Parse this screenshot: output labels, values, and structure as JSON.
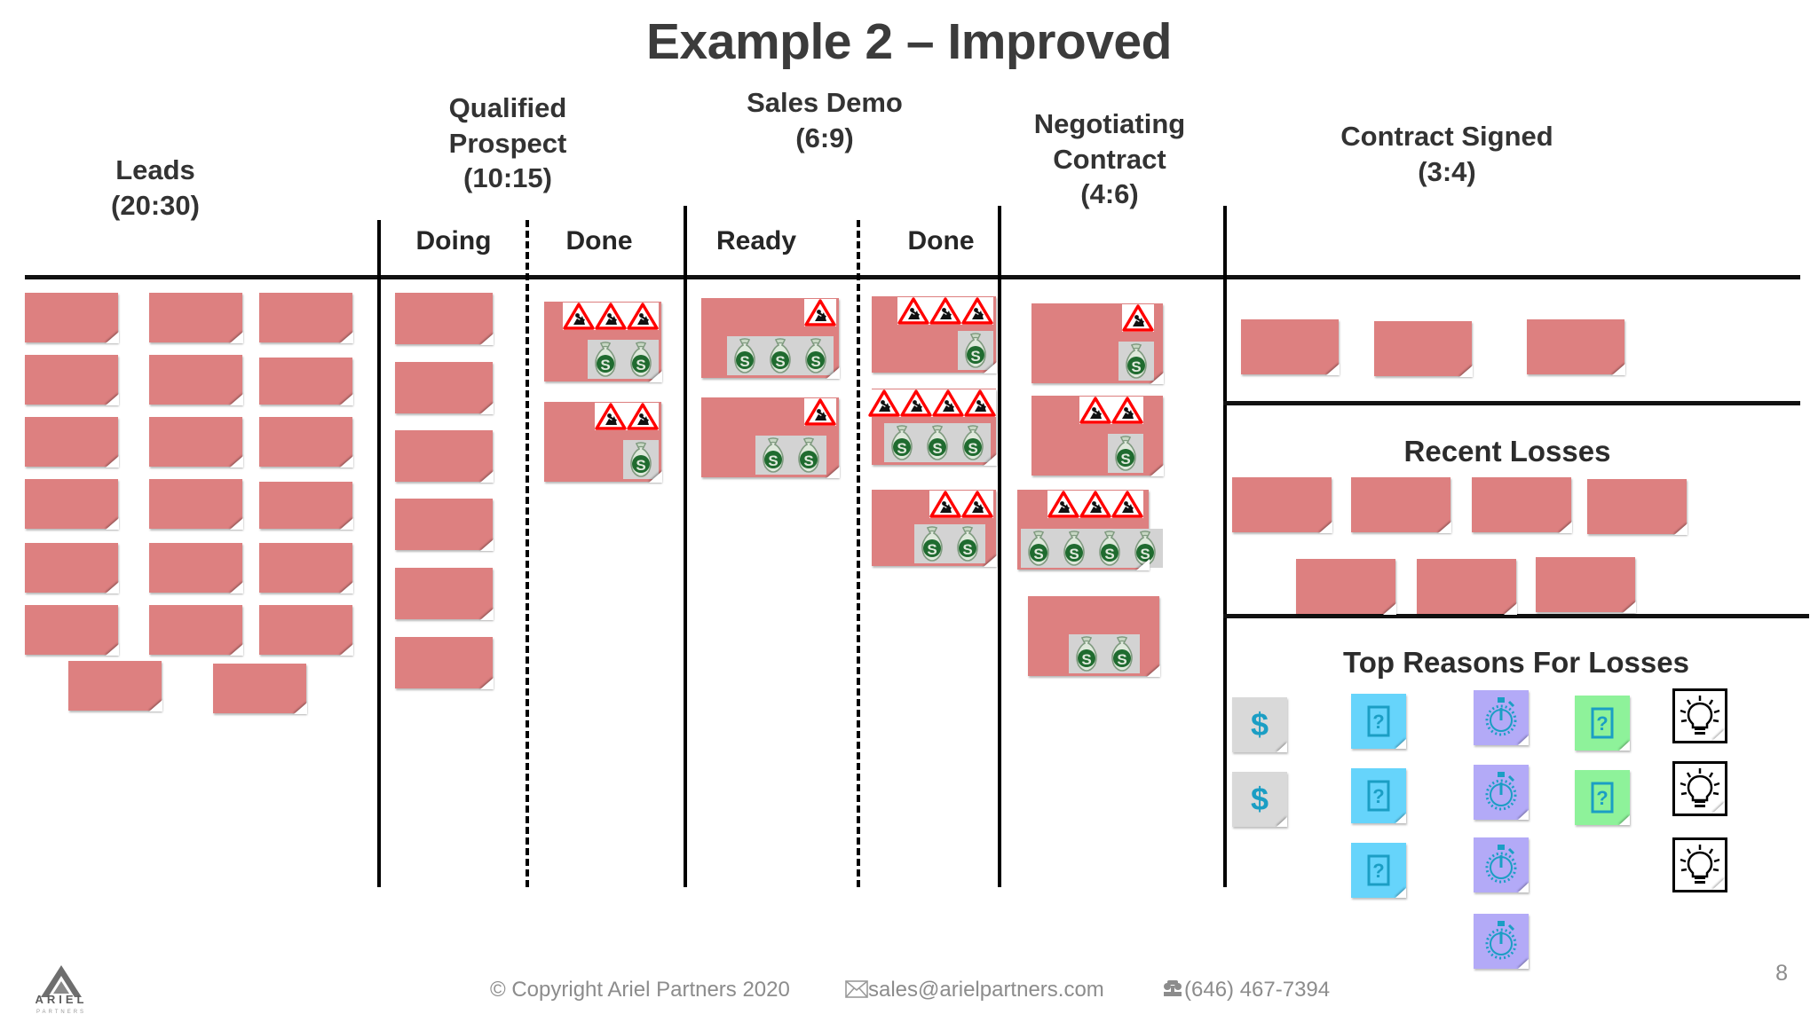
{
  "slide": {
    "title": "Example 2 – Improved",
    "page_number": "8"
  },
  "columns": [
    {
      "id": "leads",
      "name": "Leads",
      "wip": "(20:30)"
    },
    {
      "id": "qualified",
      "name": "Qualified Prospect",
      "wip": "(10:15)"
    },
    {
      "id": "sales-demo",
      "name": "Sales Demo",
      "wip": "(6:9)"
    },
    {
      "id": "negotiating",
      "name": "Negotiating Contract",
      "wip": "(4:6)"
    },
    {
      "id": "signed",
      "name": "Contract Signed",
      "wip": "(3:4)"
    }
  ],
  "lanes": [
    {
      "id": "qualified-doing",
      "label": "Doing"
    },
    {
      "id": "qualified-done",
      "label": "Done"
    },
    {
      "id": "demo-ready",
      "label": "Ready"
    },
    {
      "id": "demo-done",
      "label": "Done"
    }
  ],
  "panels": {
    "recent_losses_title": "Recent Losses",
    "top_reasons_title": "Top Reasons For Losses"
  },
  "card_counts": {
    "leads": 20,
    "qualified_doing": 6,
    "qualified_done": 2,
    "demo_ready": 2,
    "demo_done": 3,
    "negotiating": 4,
    "contract_signed": 3,
    "recent_losses": 7
  },
  "cards": {
    "qualified_done": [
      {
        "warnings": 3,
        "money": 2
      },
      {
        "warnings": 2,
        "money": 1
      }
    ],
    "demo_ready": [
      {
        "warnings": 1,
        "money": 3
      },
      {
        "warnings": 1,
        "money": 2
      }
    ],
    "demo_done": [
      {
        "warnings": 3,
        "money": 1
      },
      {
        "warnings": 4,
        "money": 3
      },
      {
        "warnings": 2,
        "money": 2
      }
    ],
    "negotiating": [
      {
        "warnings": 1,
        "money": 1
      },
      {
        "warnings": 2,
        "money": 1
      },
      {
        "warnings": 3,
        "money": 4
      },
      {
        "warnings": 0,
        "money": 2
      }
    ]
  },
  "reason_columns": [
    {
      "id": "cost",
      "icon": "dollar-icon",
      "color": "gray",
      "count": 2
    },
    {
      "id": "question-blue",
      "icon": "question-icon",
      "color": "cyan",
      "count": 3
    },
    {
      "id": "timing",
      "icon": "stopwatch-icon",
      "color": "purple",
      "count": 4
    },
    {
      "id": "question-green",
      "icon": "question-icon",
      "color": "green",
      "count": 2
    },
    {
      "id": "idea",
      "icon": "lightbulb-icon",
      "color": "white",
      "count": 3
    }
  ],
  "colors": {
    "card": "#dd8080",
    "gray_note": "#d9d9d9",
    "cyan_note": "#66d4fb",
    "purple_note": "#b3aaf7",
    "green_note": "#8ef29a",
    "icon_teal": "#1b9ec4",
    "warning_red": "#ff0000",
    "money_green": "#1f6b2f"
  },
  "footer": {
    "copyright": "© Copyright Ariel Partners 2020",
    "email": "sales@arielpartners.com",
    "phone": "(646) 467-7394",
    "email_icon": "envelope-icon",
    "phone_icon": "telephone-icon",
    "logo_word": "ARIEL",
    "logo_sub": "PARTNERS"
  }
}
